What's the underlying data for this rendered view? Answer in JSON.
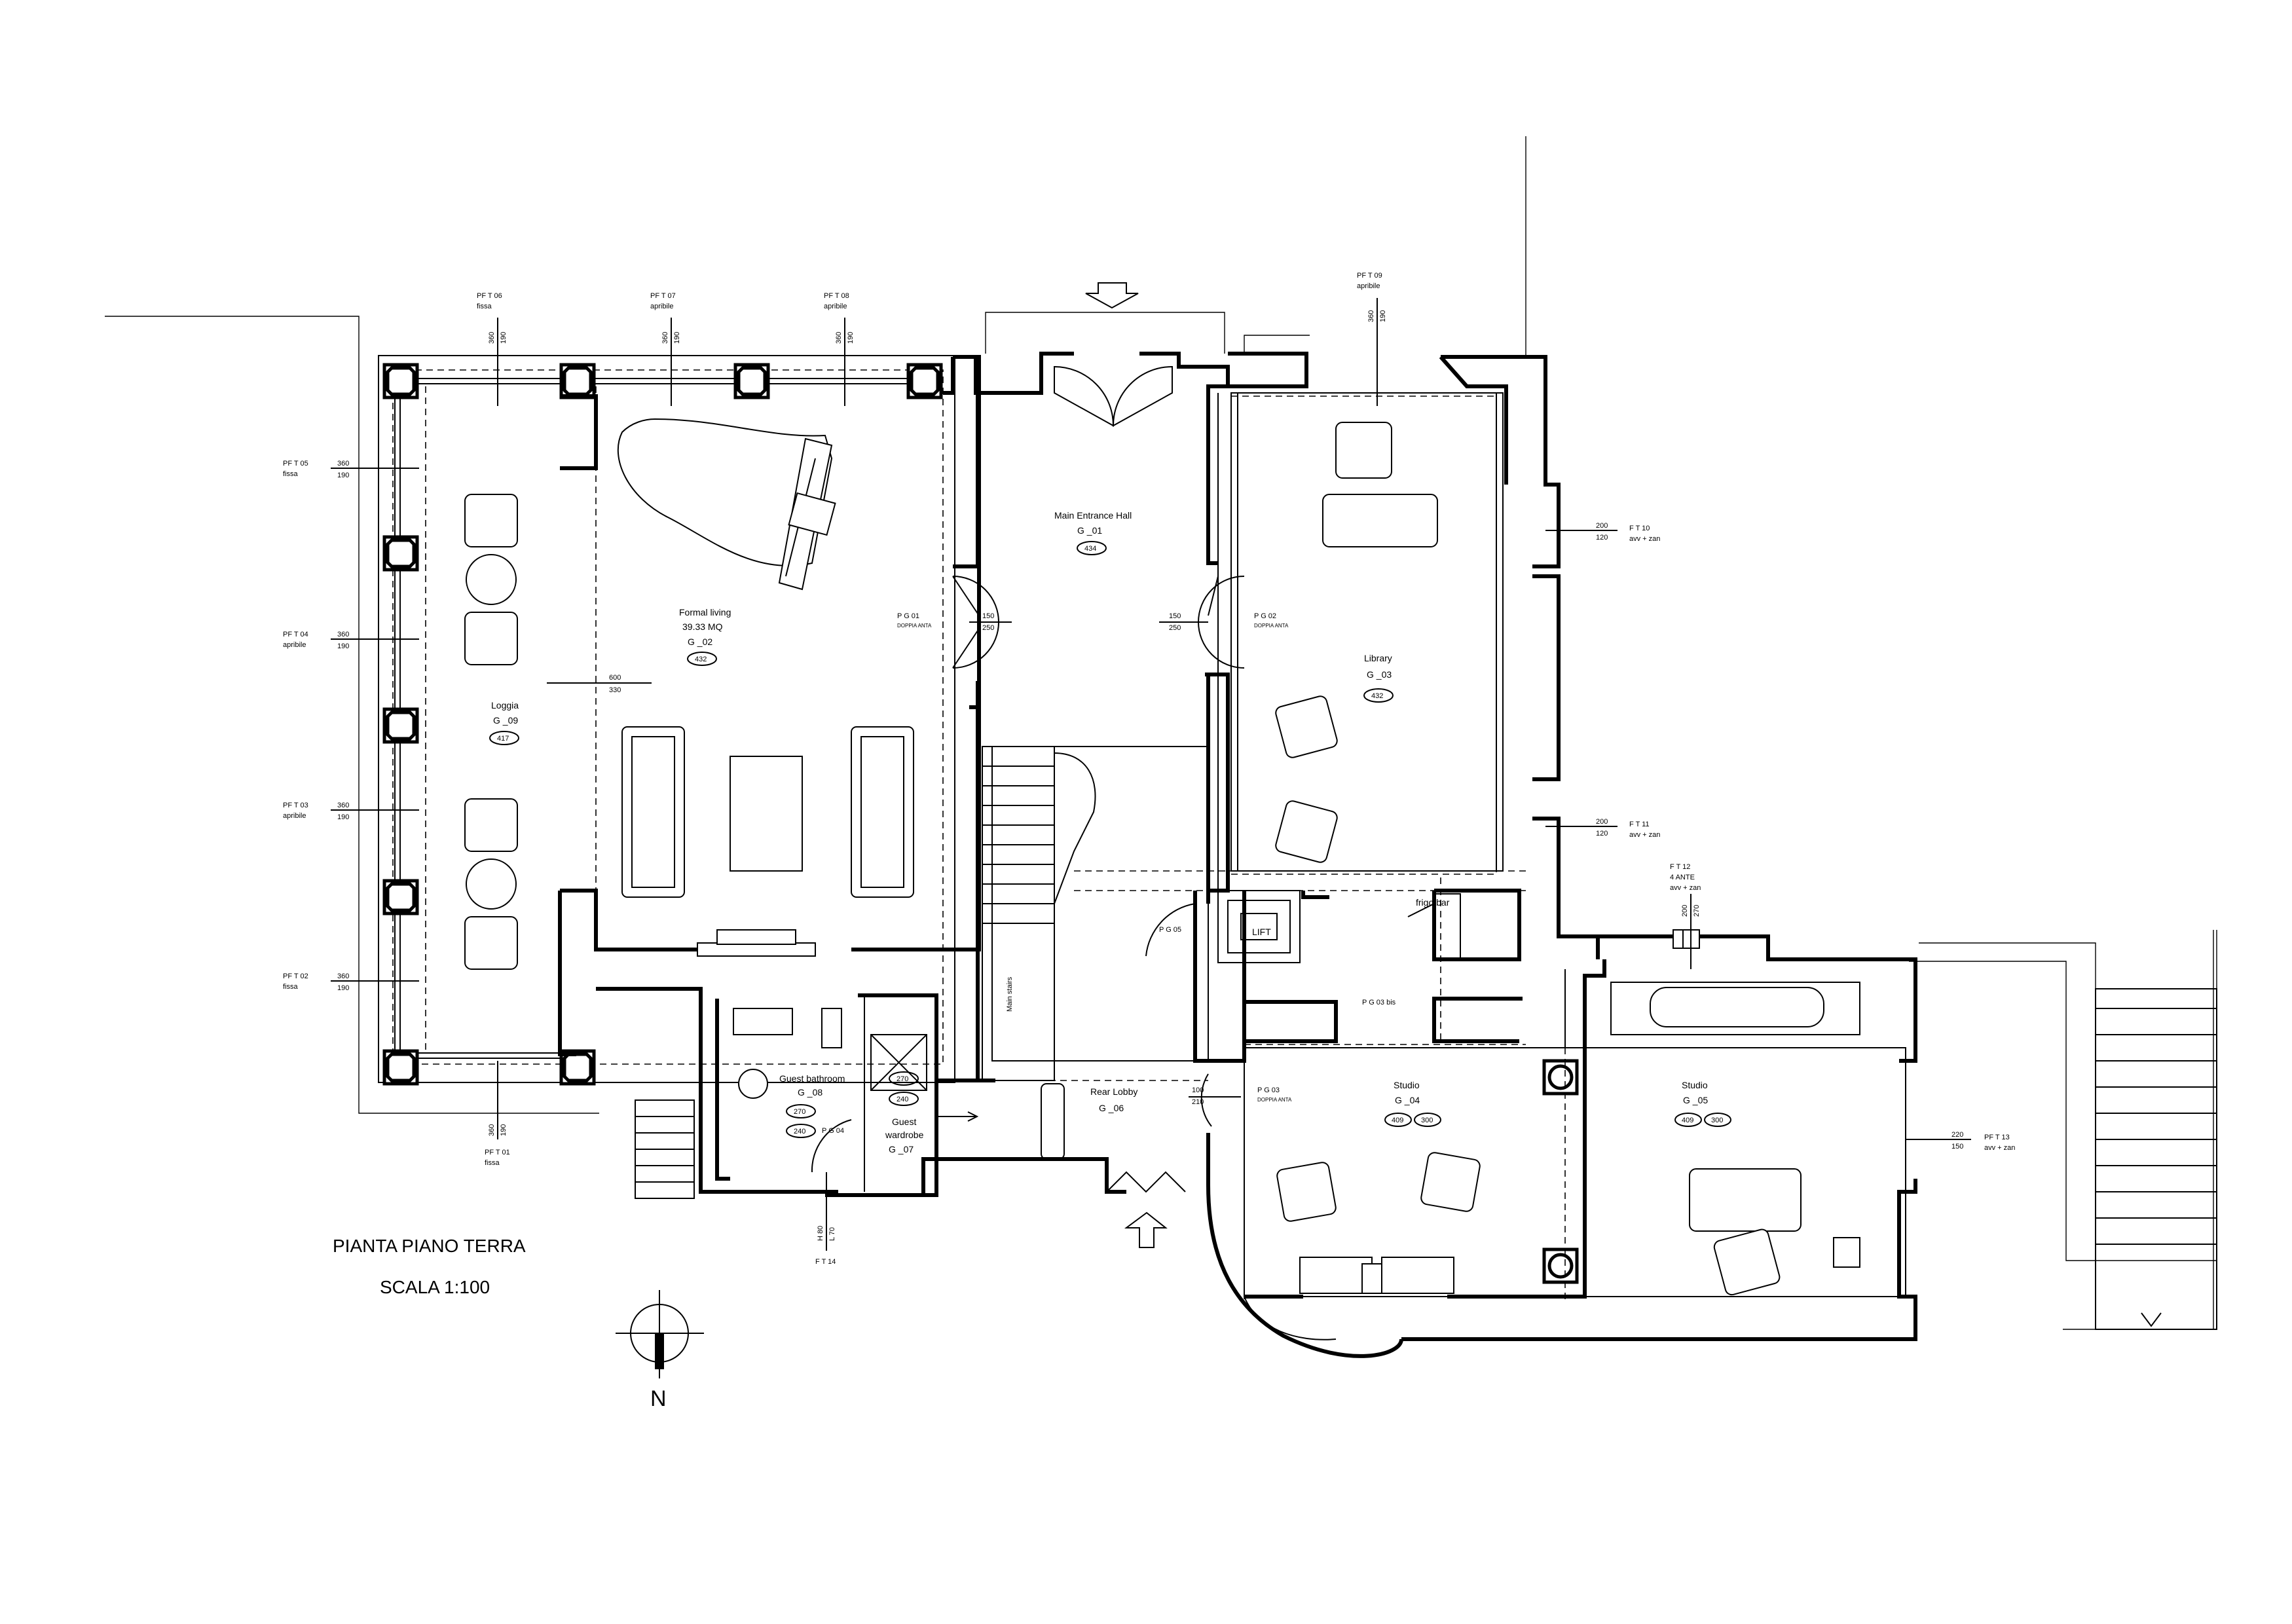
{
  "drawing": {
    "title": "PIANTA  PIANO TERRA",
    "scale": "SCALA 1:100",
    "north_label": "N"
  },
  "rooms": {
    "main_hall": {
      "name": "Main Entrance Hall",
      "code": "G _01",
      "tag": "434"
    },
    "formal": {
      "name": "Formal living",
      "area": "39.33 MQ",
      "code": "G _02",
      "tag": "432"
    },
    "library": {
      "name": "Library",
      "code": "G _03",
      "tag": "432"
    },
    "loggia": {
      "name": "Loggia",
      "code": "G _09",
      "tag": "417"
    },
    "guest_bath": {
      "name": "Guest bathroom",
      "code": "G _08",
      "tag1": "270",
      "tag2": "240"
    },
    "wardrobe": {
      "name1": "Guest",
      "name2": "wardrobe",
      "code": "G _07",
      "tag1": "270",
      "tag2": "240"
    },
    "rear_lobby": {
      "name": "Rear Lobby",
      "code": "G _06"
    },
    "studio4": {
      "name": "Studio",
      "code": "G _04",
      "tag1": "409",
      "tag2": "300"
    },
    "studio5": {
      "name": "Studio",
      "code": "G _05",
      "tag1": "409",
      "tag2": "300"
    },
    "lift": "LIFT",
    "stairs": "Main stairs",
    "frigo": "frigo bar"
  },
  "doors": {
    "pg01": {
      "label": "P G 01",
      "sub": "DOPPIA ANTA",
      "w": "150",
      "h": "250"
    },
    "pg02": {
      "label": "P G 02",
      "sub": "DOPPIA ANTA",
      "w": "150",
      "h": "250"
    },
    "pg03": {
      "label": "P G 03",
      "sub": "DOPPIA ANTA",
      "w": "100",
      "h": "210"
    },
    "pg03bis": "P G 03 bis",
    "pg04": "P G 04",
    "pg05": "P G 05"
  },
  "windows": {
    "pft01": {
      "name": "PF T 01",
      "type": "fissa",
      "w": "360",
      "h": "190"
    },
    "pft02": {
      "name": "PF T 02",
      "type": "fissa",
      "w": "360",
      "h": "190"
    },
    "pft03": {
      "name": "PF T 03",
      "type": "apribile",
      "w": "360",
      "h": "190"
    },
    "pft04": {
      "name": "PF T 04",
      "type": "apribile",
      "w": "360",
      "h": "190"
    },
    "pft05": {
      "name": "PF T 05",
      "type": "fissa",
      "w": "360",
      "h": "190"
    },
    "pft06": {
      "name": "PF T 06",
      "type": "fissa",
      "w": "360",
      "h": "190"
    },
    "pft07": {
      "name": "PF T 07",
      "type": "apribile",
      "w": "360",
      "h": "190"
    },
    "pft08": {
      "name": "PF T 08",
      "type": "apribile",
      "w": "360",
      "h": "190"
    },
    "pft09": {
      "name": "PF T 09",
      "type": "apribile",
      "w": "360",
      "h": "190"
    },
    "ft10": {
      "name": "F T 10",
      "type": "avv + zan",
      "w": "200",
      "h": "120"
    },
    "ft11": {
      "name": "F T 11",
      "type": "avv + zan",
      "w": "200",
      "h": "120"
    },
    "ft12": {
      "name": "F T 12",
      "type1": "4 ANTE",
      "type2": "avv + zan",
      "w": "200",
      "h": "270"
    },
    "pft13": {
      "name": "PF T 13",
      "type": "avv + zan",
      "w": "220",
      "h": "150"
    },
    "ft14": {
      "name": "F T 14",
      "h": "H 80",
      "l": "L 70"
    }
  },
  "opening_formal": {
    "w": "600",
    "h": "330"
  }
}
